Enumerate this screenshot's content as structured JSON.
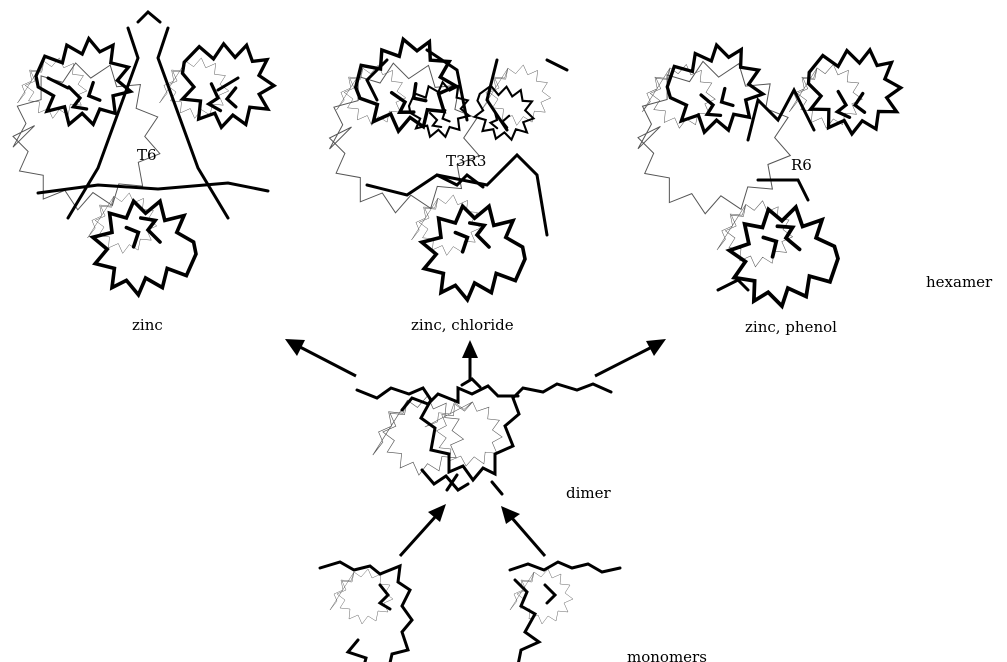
{
  "labels": {
    "t6": "T6",
    "t3r3": "T3R3",
    "r6": "R6",
    "zinc": "zinc",
    "zinc_chloride": "zinc, chloride",
    "zinc_phenol": "zinc, phenol",
    "hexamer": "hexamer",
    "dimer": "dimer",
    "monomers": "monomers"
  },
  "colors": {
    "backbone_bold": "#000000",
    "backbone_thin": "#555555",
    "background": "#ffffff"
  }
}
